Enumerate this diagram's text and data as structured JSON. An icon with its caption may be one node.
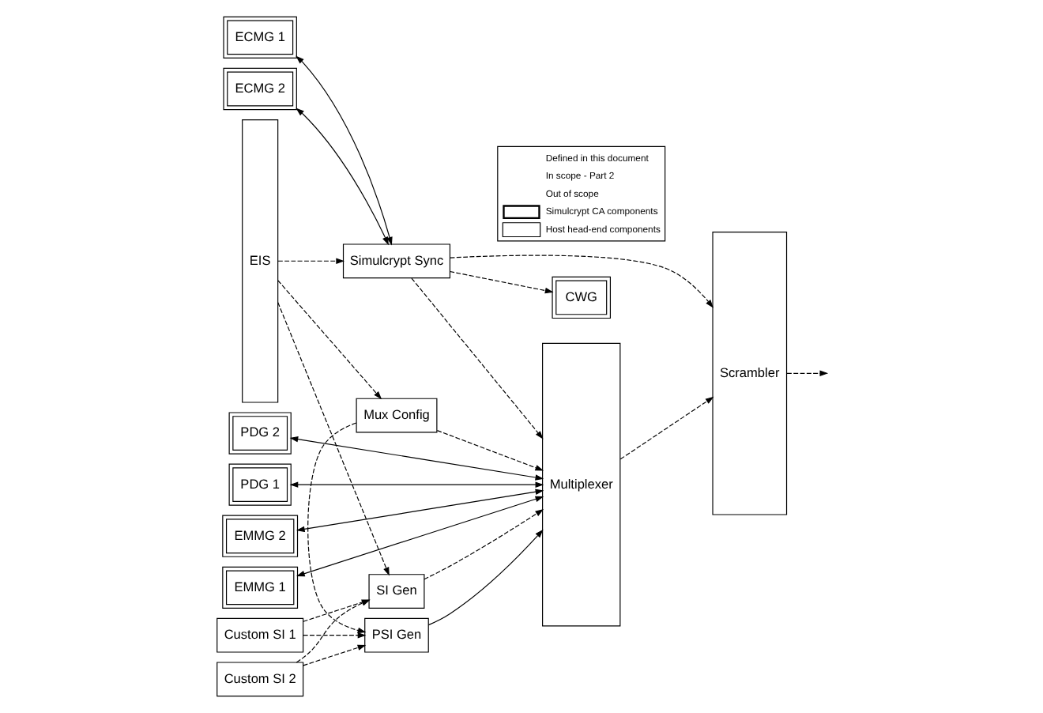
{
  "diagram": {
    "nodes": [
      {
        "text": [
          "EIS"
        ]
      },
      {
        "text": [
          "PDG 2"
        ]
      },
      {
        "text": [
          "PDG 1"
        ]
      },
      {
        "text": [
          "EMMG 2"
        ]
      },
      {
        "text": [
          "EMMG 1"
        ]
      },
      {
        "text": [
          "SI Gen"
        ]
      },
      {
        "text": [
          "Custom SI 2"
        ]
      },
      {
        "text": [
          "Custom SI 1"
        ]
      },
      {
        "text": [
          "PSI Gen"
        ]
      },
      {
        "text": [
          "Mux Config"
        ]
      },
      {
        "text": [
          "ECMG 2"
        ]
      },
      {
        "text": [
          "ECMG 1"
        ]
      },
      {
        "text": [
          "Simulcrypt Sync"
        ]
      },
      {
        "text": [
          "CWG"
        ]
      },
      {
        "text": [
          "Multiplexer"
        ]
      },
      {
        "text": [
          "Scrambler"
        ]
      }
    ],
    "edges": [
      {
        "from": 1,
        "to": 14,
        "arrow": "both"
      },
      {
        "from": 2,
        "to": 14,
        "arrow": "both"
      },
      {
        "from": 3,
        "to": 14,
        "arrow": "both"
      },
      {
        "from": 4,
        "to": 14,
        "arrow": "both"
      },
      {
        "from": 0,
        "to": 5,
        "arrow": "to",
        "style": "dashed"
      },
      {
        "from": 6,
        "to": 5,
        "arrow": "to",
        "style": "dashed"
      },
      {
        "from": 7,
        "to": 5,
        "arrow": "to",
        "style": "dashed"
      },
      {
        "from": 6,
        "to": 8,
        "arrow": "to",
        "style": "dashed"
      },
      {
        "from": 7,
        "to": 8,
        "arrow": "to",
        "style": "dashed"
      },
      {
        "from": 9,
        "to": 8,
        "arrow": "to",
        "style": "dashed"
      },
      {
        "from": 5,
        "to": 14,
        "arrow": "to",
        "style": "dashed"
      },
      {
        "from": 8,
        "to": 14,
        "arrow": "to"
      },
      {
        "from": 0,
        "to": 9,
        "arrow": "to",
        "style": "dashed"
      },
      {
        "from": 9,
        "to": 14,
        "arrow": "to",
        "style": "dashed"
      },
      {
        "from": 10,
        "to": 12,
        "arrow": "both"
      },
      {
        "from": 11,
        "to": 12,
        "arrow": "both"
      },
      {
        "from": 0,
        "to": 12,
        "arrow": "to",
        "style": "dashed"
      },
      {
        "from": 12,
        "to": 13,
        "arrow": "to",
        "style": "dashed"
      },
      {
        "from": 12,
        "to": 14,
        "arrow": "to",
        "style": "dashed"
      },
      {
        "from": 12,
        "to": 15,
        "arrow": "to",
        "style": "dashed"
      },
      {
        "from": 14,
        "to": 15,
        "arrow": "to",
        "style": "dashed"
      },
      {
        "from": 15,
        "to": null,
        "arrow": "to",
        "style": "dashed"
      }
    ],
    "legend": [
      {
        "text": "Defined in this document"
      },
      {
        "text": "In scope - Part 2"
      },
      {
        "text": "Out of scope"
      },
      {
        "text": "Simulcrypt CA components"
      },
      {
        "text": "Host head-end components"
      }
    ]
  }
}
